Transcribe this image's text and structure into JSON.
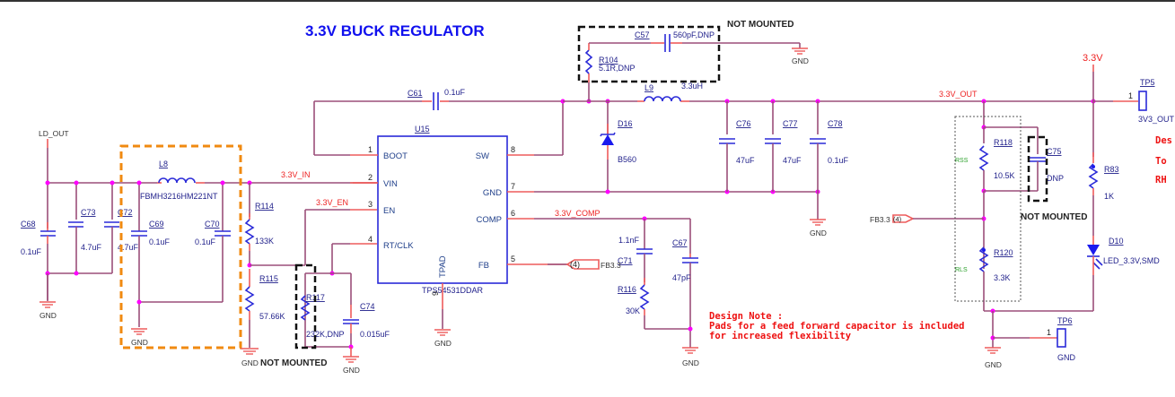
{
  "title": "3.3V BUCK REGULATOR",
  "nets": {
    "ld_out": "LD_OUT",
    "v_in": "3.3V_IN",
    "v_en": "3.3V_EN",
    "v_comp": "3.3V_COMP",
    "v_out": "3.3V_OUT",
    "rail": "3.3V",
    "fb_left": "FB3.3",
    "fb_right": "FB3.3",
    "fb_sheet_ref": "(4)",
    "gnd": "GND"
  },
  "ic": {
    "ref": "U15",
    "part": "TPS54531DDAR",
    "pins_left": [
      {
        "num": "1",
        "name": "BOOT"
      },
      {
        "num": "2",
        "name": "VIN"
      },
      {
        "num": "3",
        "name": "EN"
      },
      {
        "num": "4",
        "name": "RT/CLK"
      }
    ],
    "pins_right": [
      {
        "num": "8",
        "name": "SW"
      },
      {
        "num": "7",
        "name": "GND"
      },
      {
        "num": "6",
        "name": "COMP"
      },
      {
        "num": "5",
        "name": "FB"
      }
    ],
    "pad": {
      "num": "9",
      "name": "TPAD"
    }
  },
  "components": {
    "C68": {
      "ref": "C68",
      "value": "0.1uF"
    },
    "C73": {
      "ref": "C73",
      "value": "4.7uF"
    },
    "C72": {
      "ref": "C72",
      "value": "4.7uF"
    },
    "L8": {
      "ref": "L8",
      "value": "FBMH3216HM221NT"
    },
    "C69": {
      "ref": "C69",
      "value": "0.1uF"
    },
    "C70": {
      "ref": "C70",
      "value": "0.1uF"
    },
    "R114": {
      "ref": "R114",
      "value": "133K"
    },
    "R115": {
      "ref": "R115",
      "value": "57.66K"
    },
    "R117": {
      "ref": "R117",
      "value": "232K,DNP"
    },
    "C74": {
      "ref": "C74",
      "value": "0.015uF"
    },
    "C61": {
      "ref": "C61",
      "value": "0.1uF"
    },
    "C57": {
      "ref": "C57",
      "value": "560pF,DNP"
    },
    "R104": {
      "ref": "R104",
      "value": "5.1R,DNP"
    },
    "L9": {
      "ref": "L9",
      "value": "3.3uH"
    },
    "D16": {
      "ref": "D16",
      "value": "B560"
    },
    "C76": {
      "ref": "C76",
      "value": "47uF"
    },
    "C77": {
      "ref": "C77",
      "value": "47uF"
    },
    "C78": {
      "ref": "C78",
      "value": "0.1uF"
    },
    "C71": {
      "ref": "C71",
      "value": "1.1nF"
    },
    "C67": {
      "ref": "C67",
      "value": "47pF"
    },
    "R116": {
      "ref": "R116",
      "value": "30K"
    },
    "R118": {
      "ref": "R118",
      "value": "10.5K",
      "tag": "RSS"
    },
    "C75": {
      "ref": "C75",
      "value": "DNP"
    },
    "R120": {
      "ref": "R120",
      "value": "3.3K",
      "tag": "RLS"
    },
    "R83": {
      "ref": "R83",
      "value": "1K"
    },
    "D10": {
      "ref": "D10",
      "value": "LED_3.3V,SMD"
    },
    "TP5": {
      "ref": "TP5",
      "value": "3V3_OUT",
      "pin": "1"
    },
    "TP6": {
      "ref": "TP6",
      "value": "GND",
      "pin": "1"
    }
  },
  "annotations": {
    "not_mounted": "NOT MOUNTED",
    "design_note_title": "Design Note :",
    "design_note_line1": "Pads for a feed forward capacitor is included",
    "design_note_line2": "for  increased  flexibility",
    "side_note_1": "Des",
    "side_note_2": "To",
    "side_note_3": "RH"
  }
}
